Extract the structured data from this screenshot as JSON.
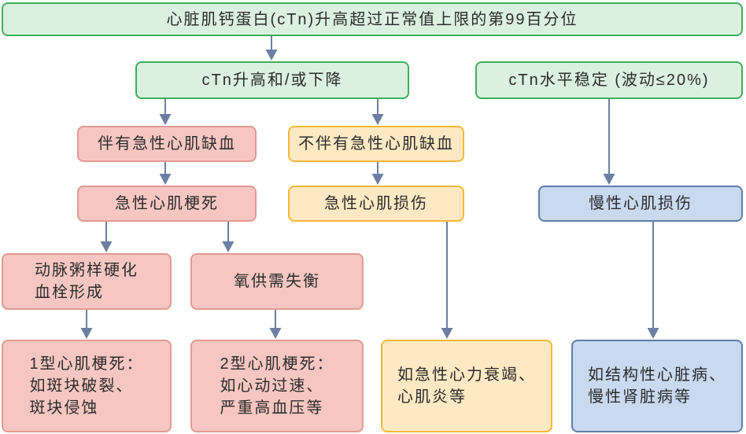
{
  "nodes": {
    "root": "心脏肌钙蛋白(cTn)升高超过正常值上限的第99百分位",
    "troponin_rising_falling": "cTn升高和/或下降",
    "troponin_stable": "cTn水平稳定 (波动≤20%)",
    "with_acute_ischemia": "伴有急性心肌缺血",
    "without_acute_ischemia": "不伴有急性心肌缺血",
    "acute_mi": "急性心肌梗死",
    "acute_myocardial_injury": "急性心肌损伤",
    "chronic_myocardial_injury": "慢性心肌损伤",
    "atherothrombosis": [
      "动脉粥样硬化",
      "血栓形成"
    ],
    "supply_demand_imbalance": "氧供需失衡",
    "type1_mi": [
      "1型心肌梗死：",
      "如斑块破裂、",
      "斑块侵蚀"
    ],
    "type2_mi": [
      "2型心肌梗死：",
      "如心动过速、",
      "严重高血压等"
    ],
    "acute_injury_examples": [
      "如急性心力衰竭、",
      "心肌炎等"
    ],
    "chronic_injury_examples": [
      "如结构性心脏病、",
      "慢性肾脏病等"
    ]
  },
  "colors": {
    "green": {
      "fill": "#dcf0e0",
      "border": "#3daf5c"
    },
    "red": {
      "fill": "#f6c7c2",
      "border": "#e29a93"
    },
    "yellow": {
      "fill": "#fee9c4",
      "border": "#f8b836"
    },
    "blue": {
      "fill": "#c9d9ef",
      "border": "#5e7fa8"
    },
    "arrow": "#6c7fa2",
    "text": "#2b2b2b"
  }
}
